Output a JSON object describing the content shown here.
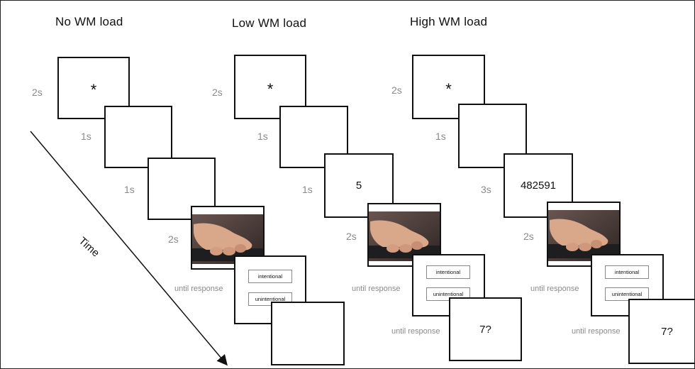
{
  "conditions": [
    {
      "title": "No WM load"
    },
    {
      "title": "Low WM load"
    },
    {
      "title": "High WM load"
    }
  ],
  "fixation_symbol": "*",
  "durations": {
    "fixation": "2s",
    "blank": "1s",
    "memory_none": "1s",
    "memory_low": "1s",
    "memory_high": "3s",
    "video": "2s",
    "response": "until response"
  },
  "memory_items": {
    "low": "5",
    "high": "482591"
  },
  "choices": {
    "intentional": "intentional",
    "unintentional": "unintentional"
  },
  "recall_probe": "7?",
  "time_axis_label": "Time"
}
